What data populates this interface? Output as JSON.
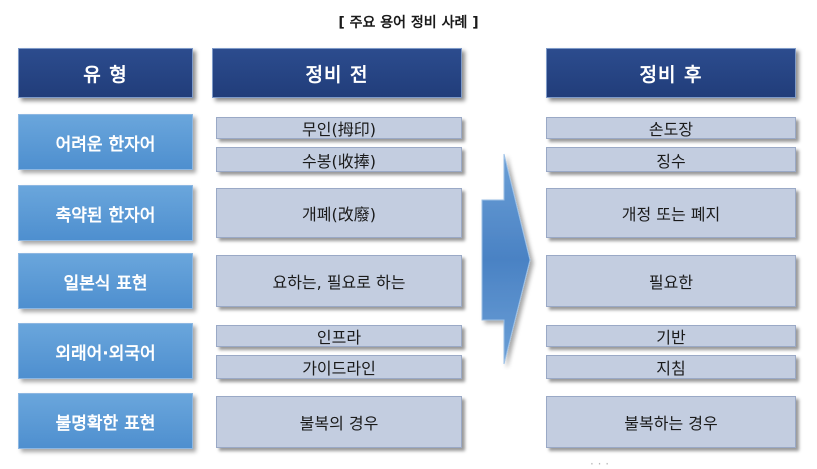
{
  "title": "[ 주요 용어 정비 사례 ]",
  "headers": {
    "type": "유 형",
    "before": "정비 전",
    "after": "정비 후"
  },
  "rows": [
    {
      "category": "어려운 한자어",
      "before": [
        "무인(拇印)",
        "수봉(收捧)"
      ],
      "after": [
        "손도장",
        "징수"
      ]
    },
    {
      "category": "축약된 한자어",
      "before": [
        "개폐(改廢)"
      ],
      "after": [
        "개정 또는 폐지"
      ]
    },
    {
      "category": "일본식 표현",
      "before": [
        "요하는, 필요로 하는"
      ],
      "after": [
        "필요한"
      ]
    },
    {
      "category": "외래어·외국어",
      "before": [
        "인프라",
        "가이드라인"
      ],
      "after": [
        "기반",
        "지침"
      ]
    },
    {
      "category": "불명확한 표현",
      "before": [
        "불복의 경우"
      ],
      "after": [
        "불복하는 경우"
      ]
    }
  ],
  "icons": {
    "arrow": "right-arrow-icon"
  },
  "colors": {
    "header": "#233f7c",
    "category": "#5b99d6",
    "cell": "#c3cde0",
    "arrow": "#4f86c6"
  }
}
